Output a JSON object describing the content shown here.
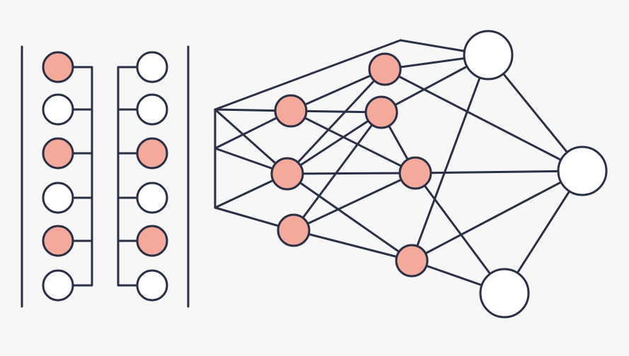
{
  "colors": {
    "background": "#f7f7f8",
    "stroke": "#2a3046",
    "active_fill": "#f4a99b",
    "inactive_fill": "#ffffff"
  },
  "left_columns": [
    {
      "nodes": [
        true,
        false,
        true,
        false,
        true,
        false
      ]
    },
    {
      "nodes": [
        false,
        false,
        true,
        false,
        true,
        false
      ]
    }
  ],
  "network": {
    "hidden_layer_1_count": 3,
    "hidden_layer_2_count": 4,
    "output_count": 3
  }
}
